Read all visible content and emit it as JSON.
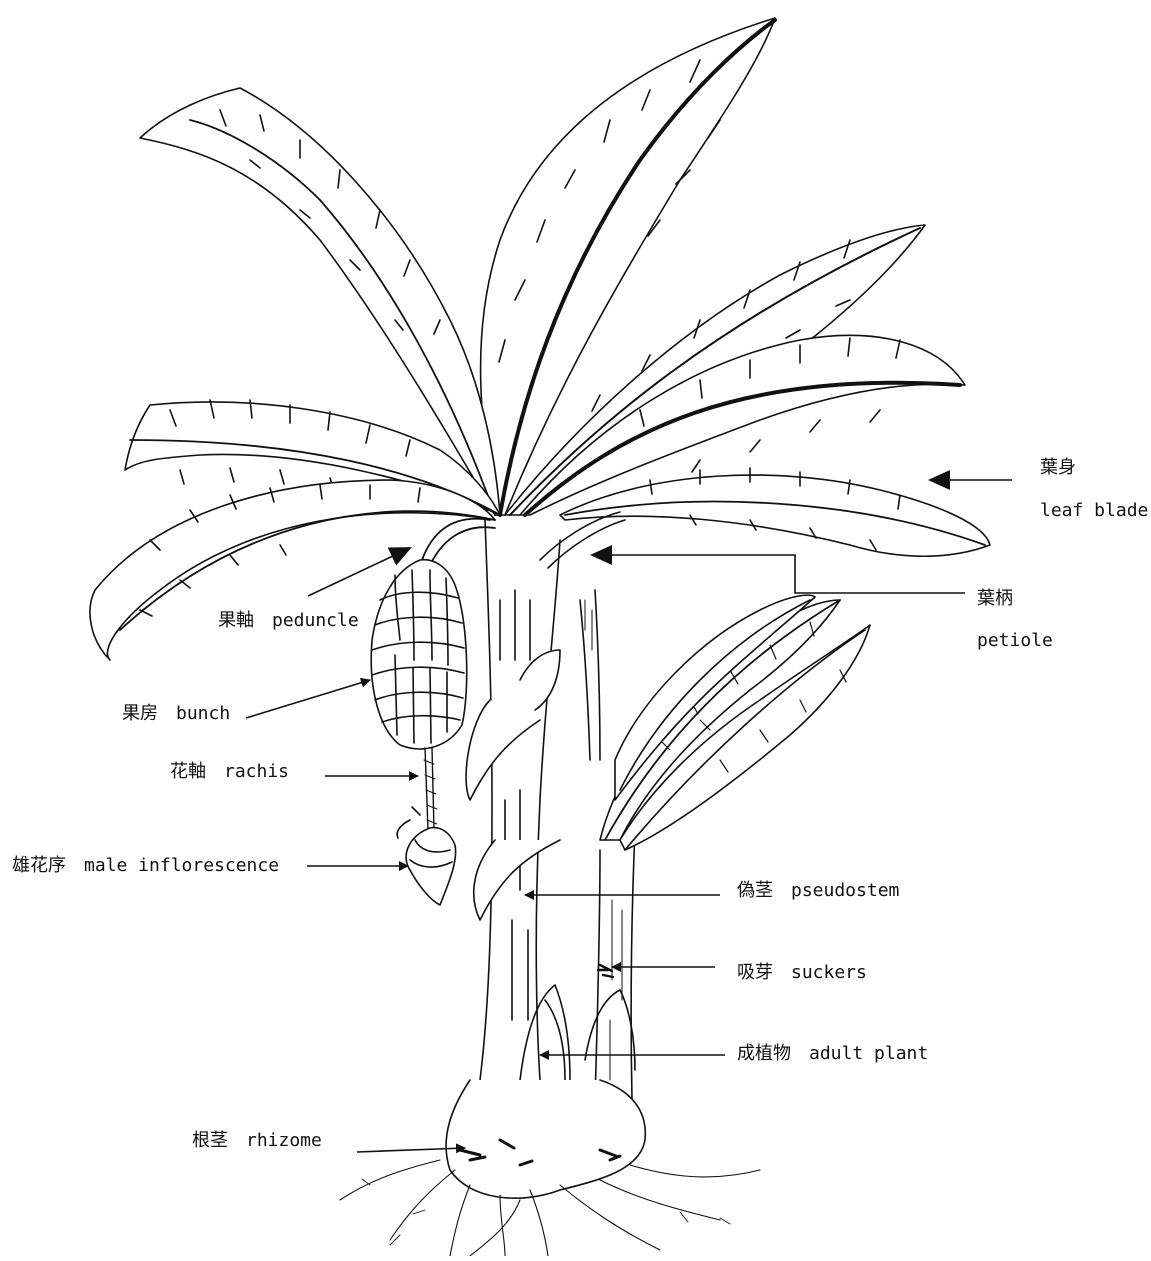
{
  "labels": {
    "leaf_blade_ja": "葉身",
    "leaf_blade_en": "leaf blade",
    "petiole_ja": "葉柄",
    "petiole_en": "petiole",
    "peduncle": "果軸　peduncle",
    "bunch": "果房　bunch",
    "rachis": "花軸　rachis",
    "male_inflorescence": "雄花序　male inflorescence",
    "pseudostem": "偽茎　pseudostem",
    "suckers": "吸芽　suckers",
    "adult_plant": "成植物　adult plant",
    "rhizome": "根茎　rhizome"
  },
  "colors": {
    "ink": "#111111",
    "paper": "#ffffff"
  }
}
